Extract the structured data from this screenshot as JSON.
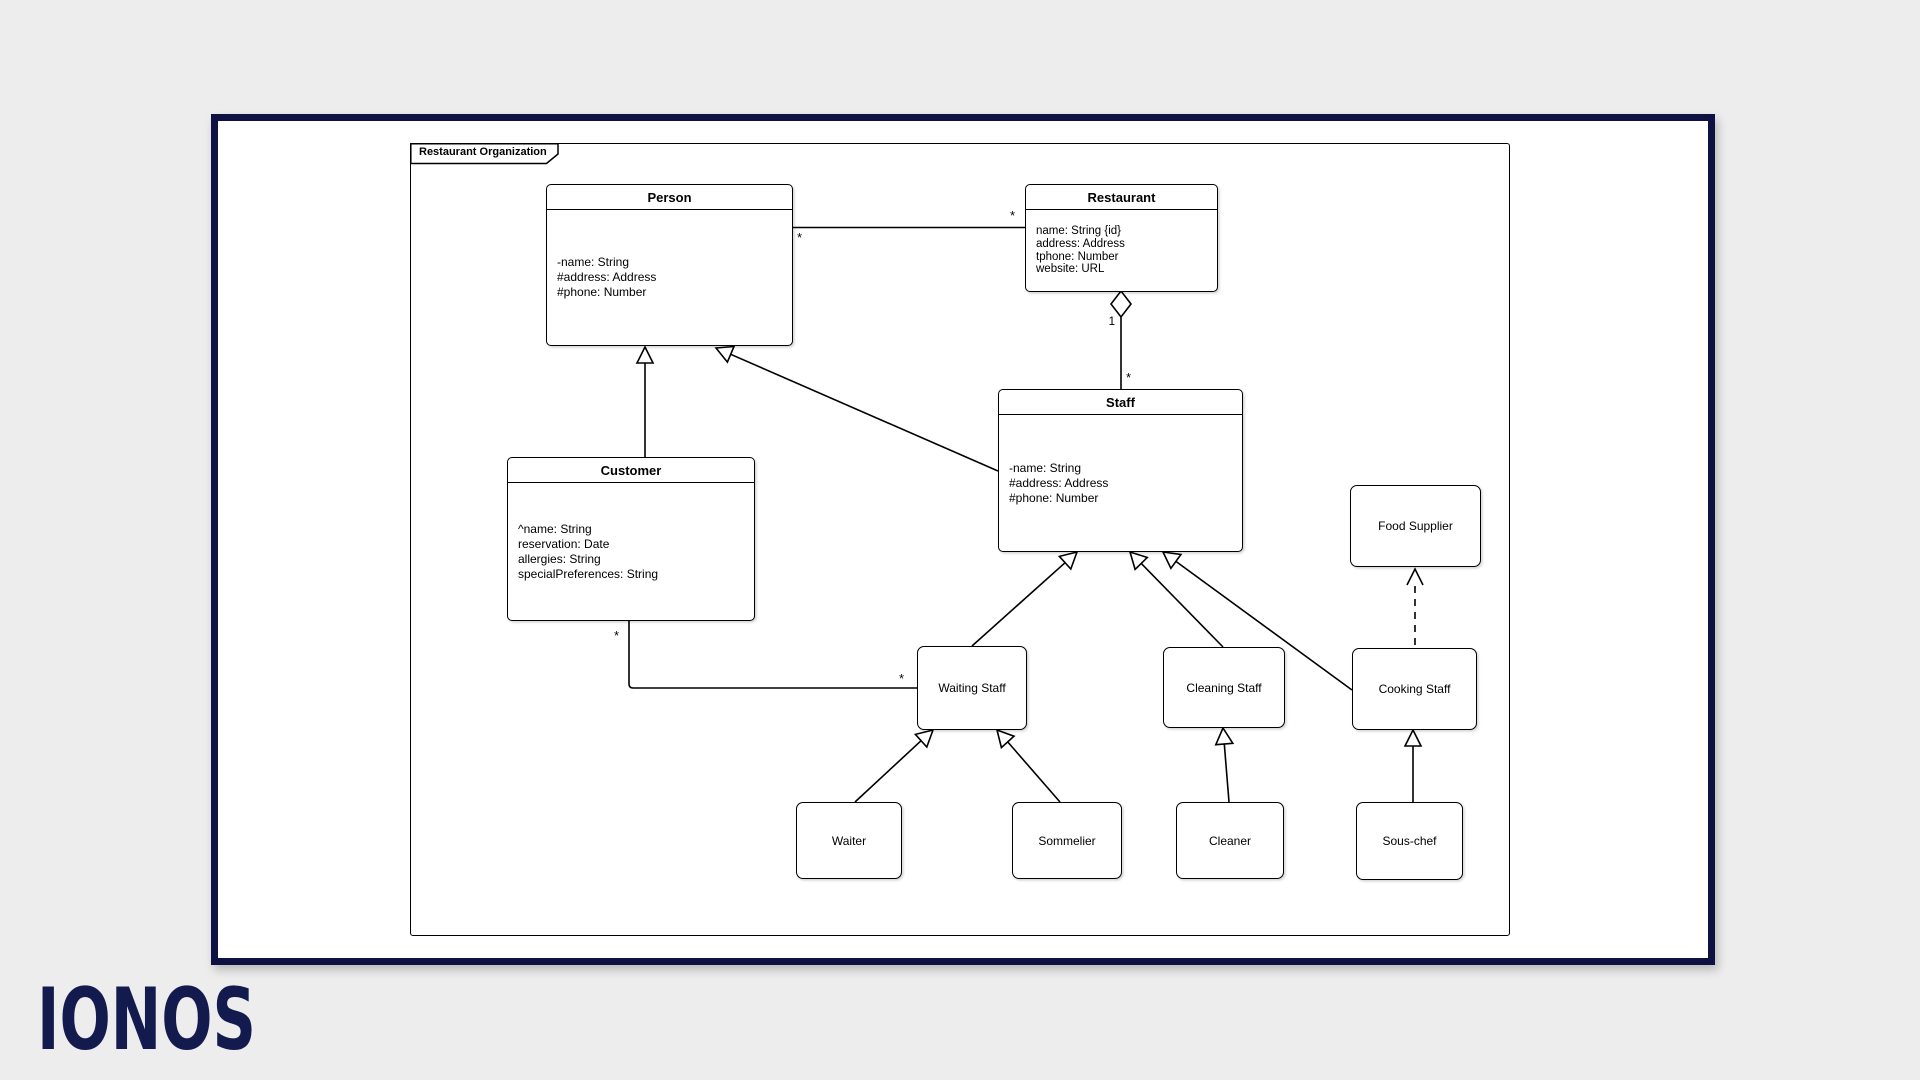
{
  "page": {
    "background": "#ededed"
  },
  "card": {
    "border_color": "#0d1243",
    "background": "#ffffff"
  },
  "frame": {
    "label": "Restaurant Organization"
  },
  "classes": {
    "person": {
      "title": "Person",
      "attributes": [
        "-name: String",
        "#address: Address",
        "#phone: Number"
      ]
    },
    "restaurant": {
      "title": "Restaurant",
      "attributes": [
        "name: String {id}",
        "address: Address",
        "tphone: Number",
        "website: URL"
      ]
    },
    "staff": {
      "title": "Staff",
      "attributes": [
        "-name: String",
        "#address: Address",
        "#phone: Number"
      ]
    },
    "customer": {
      "title": "Customer",
      "attributes": [
        "^name: String",
        "reservation: Date",
        "allergies: String",
        "specialPreferences: String"
      ]
    },
    "food_supplier": {
      "title": "Food Supplier"
    },
    "waiting_staff": {
      "title": "Waiting Staff"
    },
    "cleaning_staff": {
      "title": "Cleaning Staff"
    },
    "cooking_staff": {
      "title": "Cooking Staff"
    },
    "waiter": {
      "title": "Waiter"
    },
    "sommelier": {
      "title": "Sommelier"
    },
    "cleaner": {
      "title": "Cleaner"
    },
    "sous_chef": {
      "title": "Sous-chef"
    }
  },
  "multiplicities": {
    "person_restaurant": {
      "person_end": "*",
      "restaurant_end": "*"
    },
    "restaurant_staff": {
      "restaurant_end": "1",
      "staff_end": "*"
    },
    "customer_waiting_staff": {
      "customer_end": "*",
      "waiting_staff_end": "*"
    }
  },
  "brand": {
    "logo_text": "IONOS",
    "color": "#131a4e"
  }
}
